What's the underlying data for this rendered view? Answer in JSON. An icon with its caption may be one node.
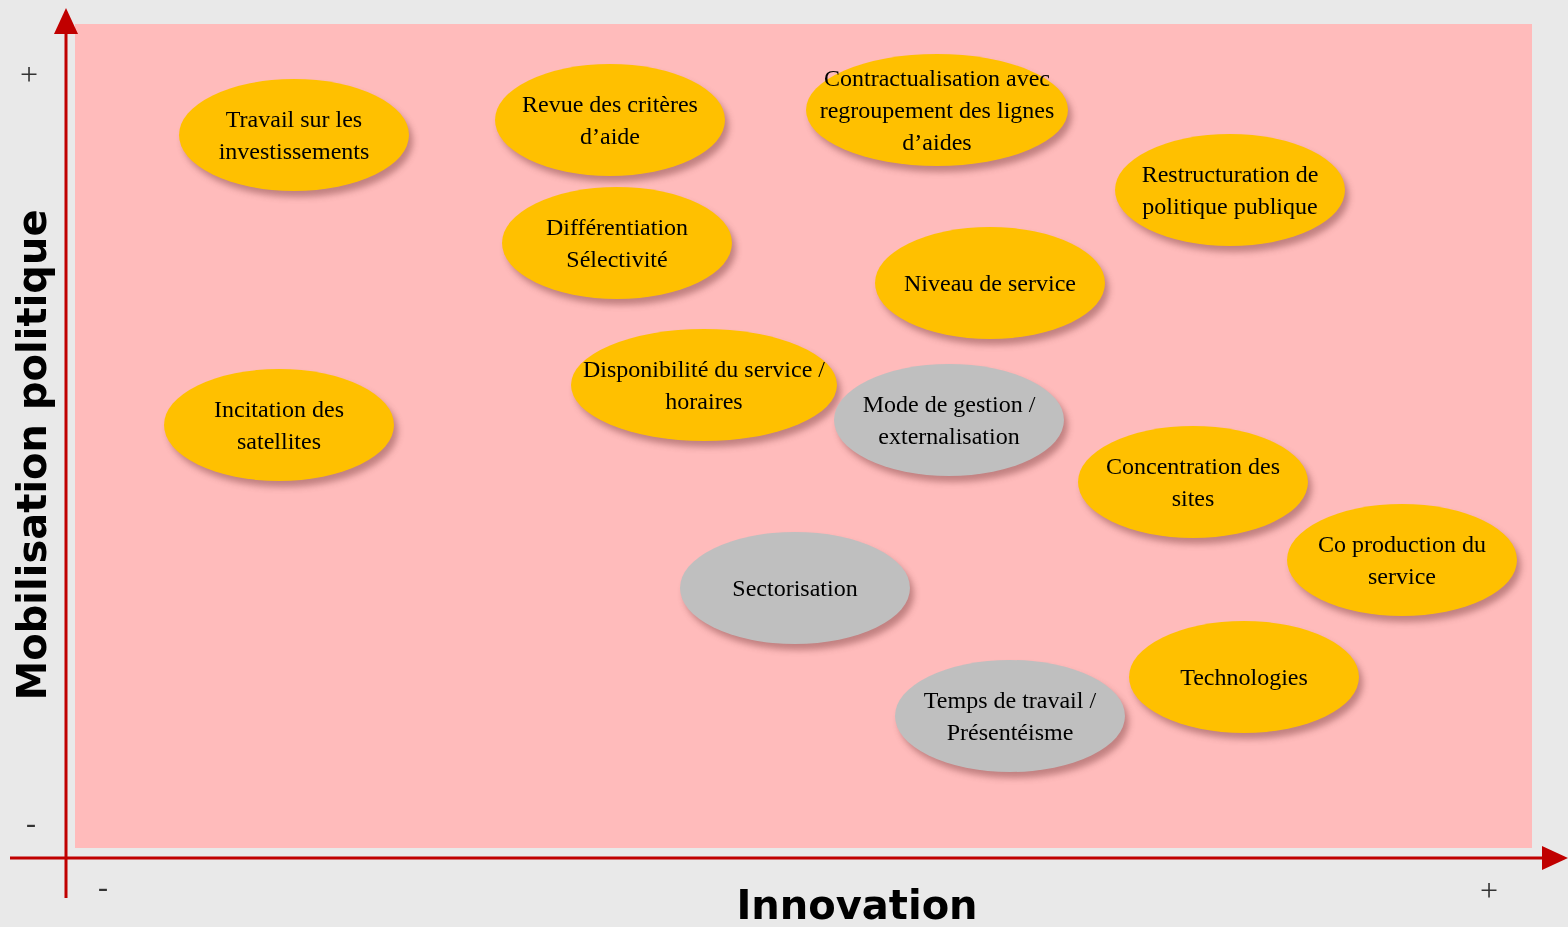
{
  "diagram": {
    "nodes": [
      {
        "text": [
          "Travail sur les investissements"
        ]
      },
      {
        "text": [
          "Revue des critères d’aide"
        ]
      },
      {
        "text": [
          "Contractualisation avec regroupement des lignes d’aides"
        ]
      },
      {
        "text": [
          "Restructuration de politique publique"
        ]
      },
      {
        "text": [
          "Différentiation Sélectivité"
        ]
      },
      {
        "text": [
          "Niveau de service"
        ]
      },
      {
        "text": [
          "Incitation des satellites"
        ]
      },
      {
        "text": [
          "Disponibilité du service / horaires"
        ]
      },
      {
        "text": [
          "Mode de gestion / externalisation"
        ]
      },
      {
        "text": [
          "Concentration des sites"
        ]
      },
      {
        "text": [
          "Co production du service"
        ]
      },
      {
        "text": [
          "Sectorisation"
        ]
      },
      {
        "text": [
          "Technologies"
        ]
      },
      {
        "text": [
          "Temps de travail / Présentéisme"
        ]
      }
    ],
    "labels": [
      "+",
      "-",
      "Mobilisation politique",
      "-",
      "+",
      "Innovation"
    ]
  }
}
